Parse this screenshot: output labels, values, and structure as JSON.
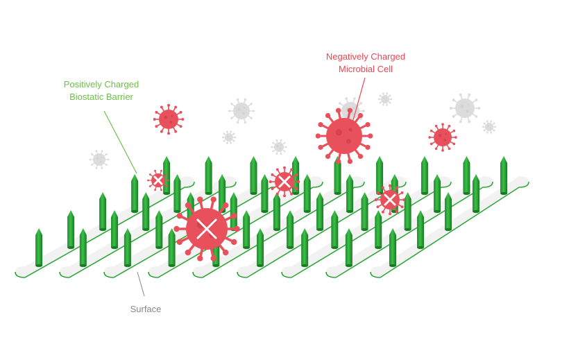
{
  "labels": {
    "positive_line1": "Positively Charged",
    "positive_line2": "Biostatic Barrier",
    "negative_line1": "Negatively Charged",
    "negative_line2": "Microbial Cell",
    "surface": "Surface"
  },
  "colors": {
    "barrier_green": "#2fa83a",
    "barrier_green_light": "#5fd46a",
    "barrier_green_dark": "#1a7a24",
    "positive_label": "#6cc04a",
    "microbe_red": "#e8505b",
    "microbe_red_dark": "#c23a45",
    "microbe_faded": "#dcdcdc",
    "surface_fill": "#f2f2f2",
    "surface_edge": "#2fa83a",
    "surface_label": "#888888",
    "negative_label": "#ee4452"
  },
  "icons": {
    "microbe": "microbe-icon",
    "spike": "barrier-spike-icon",
    "kill_mark": "cross-icon"
  }
}
